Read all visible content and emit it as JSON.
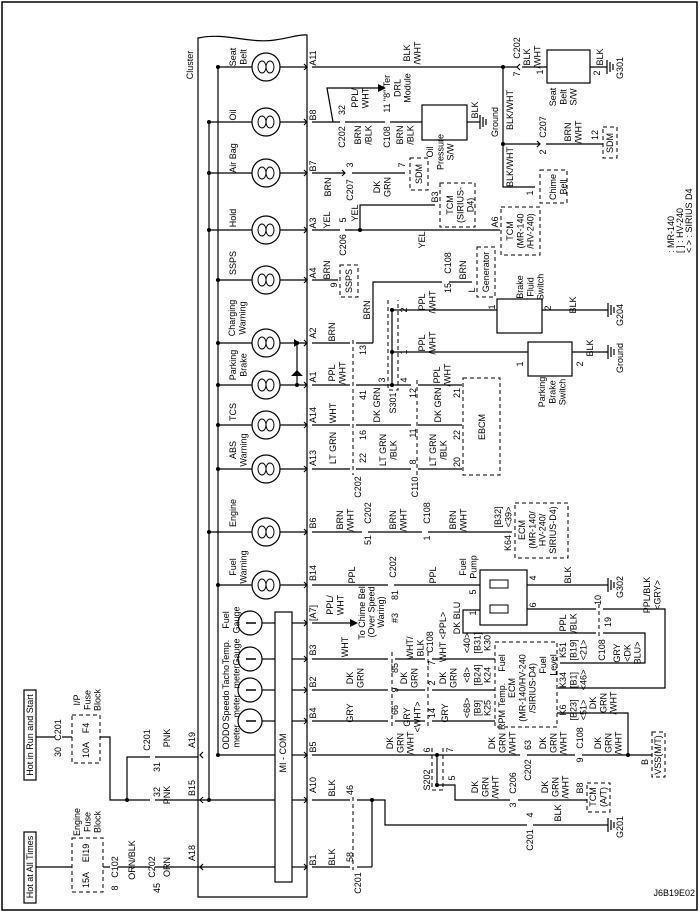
{
  "figure_id": "J6B19E02",
  "legend": [
    ": MR-140",
    "[ ] : HV-240",
    "< > : SIRIUS D4"
  ],
  "labels": {
    "cluster": "Cluster",
    "hot_all_times": "Hot at All Times",
    "hot_run_start": "Hot in Run and Start",
    "mi_com": "MI - COM",
    "ind_seat_belt": [
      "Seat",
      "Belt"
    ],
    "ind_oil": "Oil",
    "ind_air_bag": "Air Bag",
    "ind_hold": "Hold",
    "ind_ssps": "SSPS",
    "ind_charging": [
      "Charging",
      "Warning"
    ],
    "ind_parking": [
      "Parking",
      "Brake"
    ],
    "ind_tcs": "TCS",
    "ind_abs": [
      "ABS",
      "Warning"
    ],
    "ind_engine": "Engine",
    "ind_fuel_warn": [
      "Fuel",
      "Warning"
    ],
    "g_fuel": [
      "Fuel",
      "Gauge"
    ],
    "g_temp": [
      "Temp.",
      "Gauge"
    ],
    "g_tacho": [
      "Tacho",
      "meter"
    ],
    "g_speedo": [
      "Speedo",
      "meter"
    ],
    "g_oddo": [
      "ODDO",
      "meter"
    ],
    "p_a11": "A11",
    "p_b8": "B8",
    "p_b7": "B7",
    "p_a3": "A3",
    "p_a4": "A4",
    "p_a2": "A2",
    "p_a1": "A1",
    "p_a14": "A14",
    "p_a13": "A13",
    "p_b6": "B6",
    "p_b14": "B14",
    "p_a7": "[A7]",
    "p_b3": "B3",
    "p_b2": "B2",
    "p_b4": "B4",
    "p_b5": "B5",
    "p_a10": "A10",
    "p_b1": "B1",
    "p_a19": "A19",
    "p_b15": "B15",
    "p_a18": "A18",
    "sb_wire": [
      "BLK",
      "/WHT"
    ],
    "oil_ppl": [
      "PPL/",
      "WHT"
    ],
    "oil_32": "32",
    "oil_c202": "C202",
    "oil_brn1": [
      "BRN",
      "/BLK"
    ],
    "oil_11": "11",
    "oil_c108": "C108",
    "oil_brn2": [
      "BRN",
      "/BLK"
    ],
    "drl": [
      "\"8\" Ter",
      "DRL",
      "Module"
    ],
    "oil_blk": "BLK",
    "oil_sw": [
      "Oil",
      "Pressure",
      "S/W"
    ],
    "ground1": "Ground",
    "bw1": "BLK/WHT",
    "bw2": "BLK/WHT",
    "sb_c202": "C202",
    "sb_7": "7",
    "sb_bw": [
      "BLK",
      "/WHT"
    ],
    "sb_1": "1",
    "sb_sw": [
      "Seat",
      "Belt",
      "S/W"
    ],
    "sb_2": "2",
    "sb_blk": "BLK",
    "g301": "G301",
    "c207b": "C207",
    "c207b_2": "2",
    "sdm2_wire": [
      "BRN",
      "/WHT"
    ],
    "sdm2_12": "12",
    "sdm2": "SDM",
    "chime": [
      "Chime",
      "Bell"
    ],
    "chime_1": "1",
    "ab_brn": "BRN",
    "ab_c207": "C207",
    "ab_3": "3",
    "ab_dkgrn": [
      "DK",
      "GRN"
    ],
    "ab_7": "7",
    "sdm1": "SDM",
    "tcm_s_b3": "B3",
    "tcm_s": [
      "TCM",
      "(SIRIUS-",
      "D4)"
    ],
    "h_yel1": "YEL",
    "h_5": "5",
    "h_c206": "C206",
    "h_yel2": "YEL",
    "h_yel3": "YEL",
    "h_a6": "A6",
    "tcm_mh": [
      "TCM",
      "(MR-140",
      "/HV-240)"
    ],
    "ss_brn": "BRN",
    "ss_9": "9",
    "ssps": "SSPS",
    "gen_c108": "C108",
    "gen_15": "15",
    "gen_brn": "BRN",
    "gen_l": "L",
    "generator": "Generator",
    "bfs": [
      "Brake",
      "Fluid",
      "Switch"
    ],
    "cw_brn1": "BRN",
    "cw_brn2": "BRN",
    "cw_13": "13",
    "pb_ppl": [
      "PPL",
      "/WHT"
    ],
    "s_3": "3",
    "s_4": "4",
    "s_2": "2",
    "s_1": "1",
    "bf_ppl": [
      "PPL",
      "/WHT"
    ],
    "pk_ppl": [
      "PPL",
      "/WHT"
    ],
    "eb_ppl": [
      "PPL",
      "/WHT"
    ],
    "t_41": "41",
    "s301": "S301",
    "t_12": "12",
    "t_21": "21",
    "tcs_wht": "WHT",
    "tcs_dg1": "DK GRN",
    "tcs_dg2": "DK GRN",
    "t_16": "16",
    "t_11": "11",
    "t_22b": "22",
    "abs_lg": "LT GRN",
    "t_22": "22",
    "abs_lgb1": [
      "LT GRN",
      "/BLK"
    ],
    "t_8": "8",
    "abs_lgb2": [
      "LT GRN",
      "/BLK"
    ],
    "t_20": "20",
    "c202_col": "C202",
    "c110": "C110",
    "ebcm": "EBCM",
    "bf_1": "1",
    "bf_2": "2",
    "bf_blk": "BLK",
    "g204": "G204",
    "pk_1": "1",
    "pk_2": "2",
    "pk_blk": "BLK",
    "ground2": "Ground",
    "pbs": [
      "Parking",
      "Brake",
      "Switch"
    ],
    "en_w1": [
      "BRN",
      "/WHT"
    ],
    "en_c202": "C202",
    "en_51": "51",
    "en_w2": [
      "BRN",
      "/WHT"
    ],
    "en_c108": "C108",
    "en_1": "1",
    "en_w3": [
      "BRN",
      "/WHT"
    ],
    "en_b32": [
      "[B32]",
      "<39>"
    ],
    "en_k64": "K64",
    "ecm1": [
      "ECM",
      "(MR-140/",
      "HV-240/",
      "SIRIUS-D4)"
    ],
    "fw_ppl1": "PPL",
    "fw_c202": "C202",
    "fw_81": "81",
    "fw_ppl2": "PPL",
    "fuel_pump": [
      "Fuel",
      "Pump"
    ],
    "fp_5": "5",
    "fp_4": "4",
    "fp_blk": "BLK",
    "g302": "G302",
    "fp_6": "6",
    "fp_10": "10",
    "fp_pplblk": [
      "PPL/BLK",
      "<GRY>"
    ],
    "fp_19": "19",
    "fp_pplblk2": [
      "PPL",
      "/BLK"
    ],
    "fp_c108": "C108",
    "fp_gry": [
      "GRY",
      "<DK",
      "BLU>"
    ],
    "a7_wire": [
      "PPL/",
      "WHT"
    ],
    "chime_to": [
      "To Chime Bell",
      "(Over Speed",
      "Waring)"
    ],
    "hash3": "#3",
    "t_85": "85",
    "b3_wb": [
      "WHT/",
      "BLK"
    ],
    "b3_c108": "C108",
    "b3_7": "7",
    "b3_wp": "WHT <PPL>",
    "dkblu": "DK BLU",
    "fp_1": "1",
    "k30": [
      "<40>",
      "[B31]",
      "K30"
    ],
    "b3_wht": "WHT",
    "b2_dg1": [
      "DK",
      "GRN"
    ],
    "t_9": "9",
    "b2_dg2": [
      "DK",
      "GRN"
    ],
    "t_2": "2",
    "b2_dg3": [
      "DK",
      "GRN"
    ],
    "k24": [
      "<8>",
      "[B24]",
      "K24"
    ],
    "b4_gry": "GRY",
    "t_66": "66",
    "b4_gw": [
      "GRY",
      "<WHT>"
    ],
    "t_14": "14",
    "b4_gry2": "GRY",
    "k25": [
      "<68>",
      "[B9]",
      "K25"
    ],
    "ecm2_fuel": "Fuel",
    "ecm2_temp": "Temp.",
    "ecm2_rpm": "RPM",
    "ecm2": [
      "ECM",
      "(MR-140/HV-240",
      "/SIRIUS-D4)"
    ],
    "ecm2_level": [
      "Fuel",
      "Level"
    ],
    "k51": [
      "K51",
      "[B19]",
      "<21>"
    ],
    "k34": [
      "K34",
      "[B1]",
      "<46>"
    ],
    "k6": [
      "K6",
      "[B23]",
      "<51>"
    ],
    "k6_w": [
      "DK",
      "GRN",
      "/WHT"
    ],
    "b5_w1": [
      "DK",
      "GRN",
      "/WHT"
    ],
    "b5_6": "6",
    "b5_7": "7",
    "b5_w2": [
      "DK",
      "GRN",
      "/WHT"
    ],
    "b5_63": "63",
    "b5_c202": "C202",
    "b5_w3": [
      "DK",
      "GRN",
      "/WHT"
    ],
    "b5_c108": "C108",
    "b5_9": "9",
    "b5_w4": [
      "DK",
      "GRN",
      "/WHT"
    ],
    "vss_b": "B",
    "vss": "VSS(M/T)",
    "s202": "S202",
    "s202_5": "5",
    "tc_w1": [
      "DK",
      "GRN",
      "/WHT"
    ],
    "tc_c206": "C206",
    "tc_3": "3",
    "tc_w2": [
      "DK",
      "GRN",
      "/WHT"
    ],
    "tc_b8": "B8",
    "tcm_at": [
      "TCM",
      "(A/T)"
    ],
    "a10_blk": "BLK",
    "a10_46": "46",
    "g_blk": "BLK",
    "g_4": "4",
    "g_c201": "C201",
    "g201": "G201",
    "b1_blk": "BLK",
    "b1_58": "58",
    "b1_c201": "C201",
    "r_30": "30",
    "r_c201": "C201",
    "r_10a": "10A",
    "r_f4": "F4",
    "ip_fuse": [
      "I/P",
      "Fuse",
      "Block"
    ],
    "r2_c201": "C201",
    "r2_31": "31",
    "r2_pnk": "PNK",
    "r2_32": "32",
    "r2_pnk2": "PNK",
    "eng_fuse": [
      "Engine",
      "Fuse",
      "Block"
    ],
    "ei19": "EI19",
    "r_15a": "15A",
    "r_8": "8",
    "r_c102": "C102",
    "r_ornblk": "ORN/BLK",
    "r_45": "45",
    "r_c202": "C202",
    "r_orn": "ORN"
  }
}
